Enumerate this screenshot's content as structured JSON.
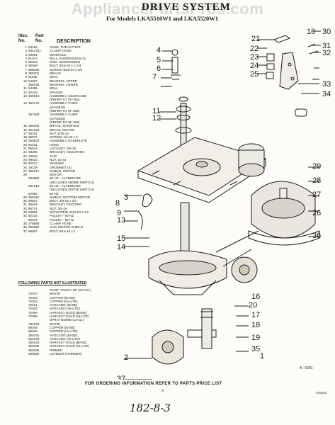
{
  "watermark": "AppliancePartsPros.com",
  "title": "DRIVE SYSTEM",
  "models": "For Models LKA5510W1 and LKA5520W1",
  "header": {
    "illus": "Illus. No.",
    "part": "Part No.",
    "description": "DESCRIPTION"
  },
  "parts": [
    {
      "no": "1",
      "part": "93163",
      "desc": "HOSE, TUB OUTLET"
    },
    {
      "no": "2",
      "part": "9421321",
      "desc": "CLAMP, HOSE"
    },
    {
      "no": "3",
      "part": "94091",
      "desc": "MANIFOLD"
    },
    {
      "no": "4",
      "part": "91073",
      "desc": "BALL, SUSPENSION (3)"
    },
    {
      "no": "5",
      "part": "82564",
      "desc": "ROD, SUSPENSION"
    },
    {
      "no": "6",
      "part": "90048",
      "desc": "BOLT, 5/16-24 x 1-1/4"
    },
    {
      "no": "7",
      "part": "355033",
      "desc": "SCREW, 5/16-24 x 3/4"
    },
    {
      "no": "8",
      "part": "355301",
      "desc": "BRACE"
    },
    {
      "no": "9",
      "part": "91158",
      "desc": "SEAL"
    },
    {
      "no": "10",
      "part": "54397",
      "desc": "BEARING, UPPER"
    },
    {
      "no": "",
      "part": "356195",
      "desc": "BEARING, LOWER"
    },
    {
      "no": "11",
      "part": "54399",
      "desc": "SEAL"
    },
    {
      "no": "12",
      "part": "92429",
      "desc": "SPACER"
    },
    {
      "no": "13",
      "part": "365013",
      "desc": "ASSEMBLY, GEARCASE"
    },
    {
      "no": "",
      "part": "",
      "desc": "(REFER TO SF-362)"
    },
    {
      "no": "14",
      "part": "363175",
      "desc": "ASSEMBLY, PUMP"
    },
    {
      "no": "",
      "part": "",
      "desc": "(LKA5510)"
    },
    {
      "no": "",
      "part": "",
      "desc": "(REFER TO SF-362)"
    },
    {
      "no": "",
      "part": "367068",
      "desc": "ASSEMBLY, PUMP"
    },
    {
      "no": "",
      "part": "",
      "desc": "(LKA5520)"
    },
    {
      "no": "",
      "part": "",
      "desc": "(REFER TO SF-362)"
    },
    {
      "no": "15",
      "part": "355300",
      "desc": "BRACE, MANIFOLD"
    },
    {
      "no": "16",
      "part": "351499",
      "desc": "BRACE, MOTOR"
    },
    {
      "no": "17",
      "part": "96181",
      "desc": "NUT, 5/16-24"
    },
    {
      "no": "18",
      "part": "90877",
      "desc": "SCREW, 1/4-20 x 2"
    },
    {
      "no": "19",
      "part": "360523",
      "desc": "ASSEMBLY, BASEPLATE"
    },
    {
      "no": "20",
      "part": "92231",
      "desc": "HOSE"
    },
    {
      "no": "21",
      "part": "96816",
      "desc": "LOCKNUT, 3/8-16"
    },
    {
      "no": "22",
      "part": "63286",
      "desc": "BRACKET, ADJUSTING"
    },
    {
      "no": "23",
      "part": "18515",
      "desc": "CLIP"
    },
    {
      "no": "24",
      "part": "98023",
      "desc": "NUT, 10-23"
    },
    {
      "no": "25",
      "part": "92317",
      "desc": "WASHER"
    },
    {
      "no": "26",
      "part": "19138",
      "desc": "GROMMET (4)"
    },
    {
      "no": "27",
      "part": "356217",
      "desc": "SHIELD, MOTOR"
    },
    {
      "no": "28",
      "part": "",
      "desc": "MOTOR"
    },
    {
      "no": "",
      "part": "363856",
      "desc": "60 HZ. - ALTERNATE"
    },
    {
      "no": "",
      "part": "",
      "desc": "(INCLUDES 360886 SWITCH)"
    },
    {
      "no": "",
      "part": "361316",
      "desc": "50 HZ. - ALTERNATE"
    },
    {
      "no": "",
      "part": "",
      "desc": "(INCLUDES 363728 SWITCH)"
    },
    {
      "no": "",
      "part": "82052",
      "desc": "50 HZ."
    },
    {
      "no": "29",
      "part": "356216",
      "desc": "SHIELD, BOTTOM MOTOR"
    },
    {
      "no": "30",
      "part": "90827",
      "desc": "BOLT, 3/8-16 x 3/4"
    },
    {
      "no": "31",
      "part": "95549",
      "desc": "BRACKET, PIVOTING"
    },
    {
      "no": "32",
      "part": "96731",
      "desc": "NUT, 3/8-16"
    },
    {
      "no": "33",
      "part": "90809",
      "desc": "SETSCREW, 5/16-24 x 1/2"
    },
    {
      "no": "34",
      "part": "92216",
      "desc": "PULLEY - 60 HZ"
    },
    {
      "no": "",
      "part": "92219",
      "desc": "PULLEY - 50 HZ"
    },
    {
      "no": "35",
      "part": "278858",
      "desc": "CLAMP, HOSE"
    },
    {
      "no": "36",
      "part": "356288",
      "desc": "CLIP, MOTOR SHIELD"
    },
    {
      "no": "37",
      "part": "96857",
      "desc": "BOLT, 5/16-18 x 1"
    }
  ],
  "extra_title": "FOLLOWING PARTS NOT ILLUSTRATED",
  "extra_parts": [
    {
      "part": "",
      "desc": "PAINT, TOUCH UP (1/2 OZ.)"
    },
    {
      "part": "72017",
      "desc": "WHITE"
    },
    {
      "part": "72019",
      "desc": "COPPER (BASE)"
    },
    {
      "part": "72024",
      "desc": "COPPER (HI-LITE)"
    },
    {
      "part": "72021",
      "desc": "AVOCADO (BASE)"
    },
    {
      "part": "72025",
      "desc": "AVOCADO (HI-LITE)"
    },
    {
      "part": "72094",
      "desc": "HARVEST GOLD (BASE)"
    },
    {
      "part": "72095",
      "desc": "HARVEST GOLD (HI-LITE)"
    },
    {
      "part": "",
      "desc": "SPRAY BOMB (12 OZ.)"
    },
    {
      "part": "791043",
      "desc": "WHITE"
    },
    {
      "part": "89405",
      "desc": "COPPER (BASE)"
    },
    {
      "part": "89915",
      "desc": "COPPER (HI-LITE)"
    },
    {
      "part": "350191",
      "desc": "AVOCADO (BASE)"
    },
    {
      "part": "350192",
      "desc": "AVOCADO (HI-LITE)"
    },
    {
      "part": "350334",
      "desc": "HARVEST GOLD (BASE)"
    },
    {
      "part": "350335",
      "desc": "HARVEST GOLD (HI-LITE)"
    },
    {
      "part": "350338",
      "desc": "PRIMER"
    },
    {
      "part": "306925",
      "desc": "LEVELER (THINNER)"
    }
  ],
  "footer": "FOR ORDERING INFORMATION REFER TO PARTS PRICE LIST",
  "page_number": "3",
  "figure_id": "A - 5301",
  "doc_id": "370241",
  "handwriting": "182-8-3",
  "callouts": [
    "1",
    "2",
    "3",
    "4",
    "5",
    "6",
    "7",
    "8",
    "9",
    "10",
    "11",
    "12",
    "13",
    "14",
    "15",
    "16",
    "17",
    "18",
    "19",
    "20",
    "21",
    "22",
    "23",
    "24",
    "25",
    "26",
    "27",
    "28",
    "29",
    "30",
    "31",
    "32",
    "33",
    "34",
    "35",
    "36",
    "37"
  ]
}
